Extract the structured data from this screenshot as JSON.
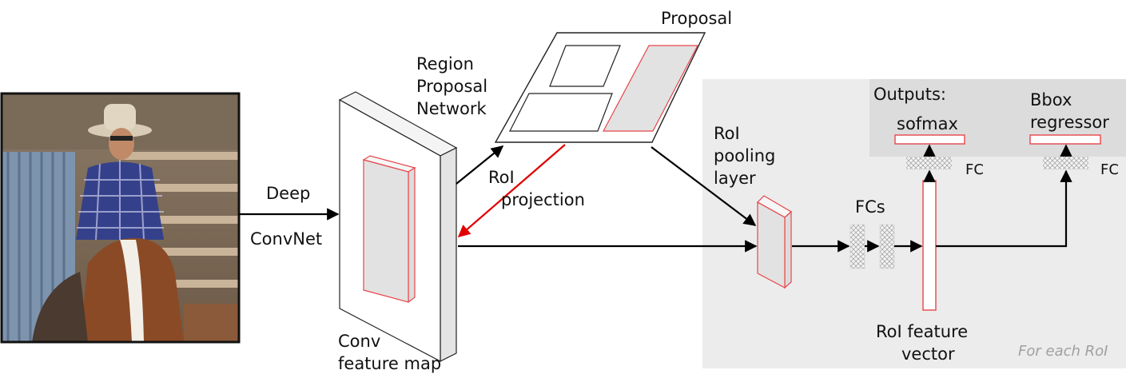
{
  "labels": {
    "deep": "Deep",
    "convnet": "ConvNet",
    "conv_line1": "Conv",
    "conv_line2": "feature map",
    "rpn_line1": "Region",
    "rpn_line2": "Proposal",
    "rpn_line3": "Network",
    "proposal": "Proposal",
    "roi_proj_line1": "RoI",
    "roi_proj_line2": "projection",
    "pool_line1": "RoI",
    "pool_line2": "pooling",
    "pool_line3": "layer",
    "outputs": "Outputs:",
    "softmax": "sofmax",
    "bbox_line1": "Bbox",
    "bbox_line2": "regressor",
    "fc_left": "FC",
    "fc_right": "FC",
    "fcs": "FCs",
    "roi_vec_line1": "RoI  feature",
    "roi_vec_line2": "vector",
    "for_each": "For each RoI"
  },
  "colors": {
    "highlight_red": "#e8454a",
    "region_fill": "#e2e2e2",
    "panel_bg": "#ececec",
    "outputs_bg": "#dcdcdc",
    "arrow": "#000000",
    "projection_arrow": "#e00000"
  },
  "icons": {
    "input_image": "cowboy-on-horse-photo"
  }
}
